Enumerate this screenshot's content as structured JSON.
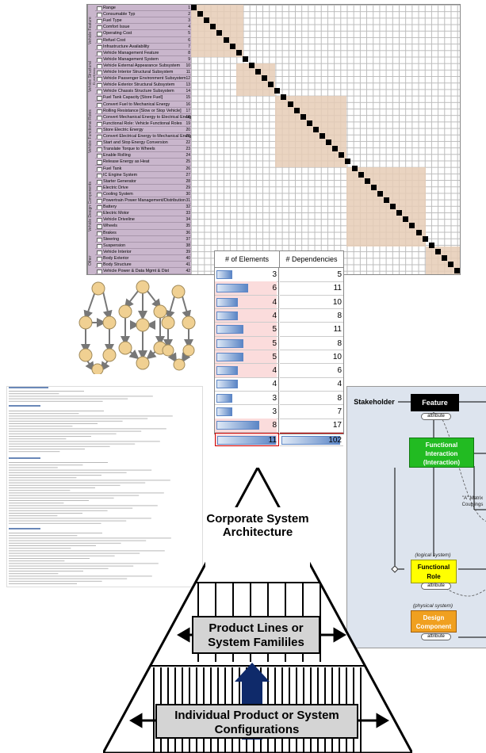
{
  "dsm": {
    "groups": [
      "Vehicle Feature",
      "Vehicle Structural Functions",
      "Vehicle Functional Roles",
      "Vehicle Design Components",
      "Other"
    ],
    "rows": [
      {
        "label": "Range",
        "n": "1"
      },
      {
        "label": "Consumable Typ",
        "n": "2"
      },
      {
        "label": "Fuel Type",
        "n": "3"
      },
      {
        "label": "Comfort Issue",
        "n": "4"
      },
      {
        "label": "Operating Cost",
        "n": "5"
      },
      {
        "label": "Refuel Cost",
        "n": "6"
      },
      {
        "label": "Infrastructure Availability",
        "n": "7"
      },
      {
        "label": "Vehicle Management Feature",
        "n": "8"
      },
      {
        "label": "Vehicle Management System",
        "n": "9"
      },
      {
        "label": "Vehicle External Appearance Subsystem",
        "n": "10"
      },
      {
        "label": "Vehicle Interior Structural Subsystem",
        "n": "11"
      },
      {
        "label": "Vehicle Passenger Environment Subsystem",
        "n": "12"
      },
      {
        "label": "Vehicle Exterior Structural Subsystem",
        "n": "13"
      },
      {
        "label": "Vehicle Chassis Structure Subsystem",
        "n": "14"
      },
      {
        "label": "Fuel Tank Capacity [Store Fuel]",
        "n": "15"
      },
      {
        "label": "Convert Fuel to Mechanical Energy",
        "n": "16"
      },
      {
        "label": "Rolling Resistance [Slow or Stop Vehicle]",
        "n": "17"
      },
      {
        "label": "Convert Mechanical Energy to Electrical Energy",
        "n": "18"
      },
      {
        "label": "Functional Role: Vehicle Functional Roles",
        "n": "19"
      },
      {
        "label": "Store Electric Energy",
        "n": "20"
      },
      {
        "label": "Convert Electrical Energy to Mechanical Energy",
        "n": "21"
      },
      {
        "label": "Start and Stop Energy Conversion",
        "n": "22"
      },
      {
        "label": "Translate Torque to Wheels",
        "n": "23"
      },
      {
        "label": "Enable Rolling",
        "n": "24"
      },
      {
        "label": "Release Energy as Heat",
        "n": "25"
      },
      {
        "label": "Fuel Tank",
        "n": "26"
      },
      {
        "label": "IC Engine System",
        "n": "27"
      },
      {
        "label": "Starter Generator",
        "n": "28"
      },
      {
        "label": "Electric Drive",
        "n": "29"
      },
      {
        "label": "Cooling System",
        "n": "30"
      },
      {
        "label": "Powertrain Power Management/Distribution",
        "n": "31"
      },
      {
        "label": "Battery",
        "n": "32"
      },
      {
        "label": "Electric Motor",
        "n": "33"
      },
      {
        "label": "Vehicle Driveline",
        "n": "34"
      },
      {
        "label": "Wheels",
        "n": "35"
      },
      {
        "label": "Brakes",
        "n": "36"
      },
      {
        "label": "Steering",
        "n": "37"
      },
      {
        "label": "Suspension",
        "n": "38"
      },
      {
        "label": "Vehicle Interior",
        "n": "39"
      },
      {
        "label": "Body Exterior",
        "n": "40"
      },
      {
        "label": "Body Structure",
        "n": "41"
      },
      {
        "label": "Vehicle Power & Data Mgmt & Dist",
        "n": "42"
      }
    ]
  },
  "table": {
    "col1": "# of Elements",
    "col2": "# Dependencies",
    "rows": [
      {
        "elements": 3,
        "deps": 5,
        "pink": false
      },
      {
        "elements": 6,
        "deps": 11,
        "pink": true
      },
      {
        "elements": 4,
        "deps": 10,
        "pink": true
      },
      {
        "elements": 4,
        "deps": 8,
        "pink": true
      },
      {
        "elements": 5,
        "deps": 11,
        "pink": true
      },
      {
        "elements": 5,
        "deps": 8,
        "pink": true
      },
      {
        "elements": 5,
        "deps": 10,
        "pink": true
      },
      {
        "elements": 4,
        "deps": 6,
        "pink": true
      },
      {
        "elements": 4,
        "deps": 4,
        "pink": false
      },
      {
        "elements": 3,
        "deps": 8,
        "pink": false
      },
      {
        "elements": 3,
        "deps": 7,
        "pink": false
      },
      {
        "elements": 8,
        "deps": 17,
        "pink": true
      }
    ],
    "total": {
      "elements": 11,
      "deps": 102
    }
  },
  "pyramid": {
    "top": "Corporate System Architecture",
    "middle": "Product Lines or System Famililes",
    "bottom": "Individual Product or System Configurations"
  },
  "meta": {
    "stakeholder": "Stakeholder",
    "feature": "Feature",
    "attribute": "attribute",
    "interaction": "Functional Interaction (Interaction)",
    "matrix_note": "\"A\" Matrix Couplings",
    "logical": "(logical system)",
    "role": "Functional Role",
    "physical": "(physical system)",
    "component": "Design Component"
  },
  "colors": {
    "dsm_label": "#c9b6cc",
    "dsm_block": "#e6cdb6",
    "bar_blue": "#5c86c6",
    "pink": "#fbdcdc",
    "node_fill": "#f0d092",
    "feature_box": "#000000",
    "interaction_box": "#22bb22",
    "role_box": "#ffff00",
    "component_box": "#f0a020",
    "arrow_navy": "#0f2a6a"
  }
}
